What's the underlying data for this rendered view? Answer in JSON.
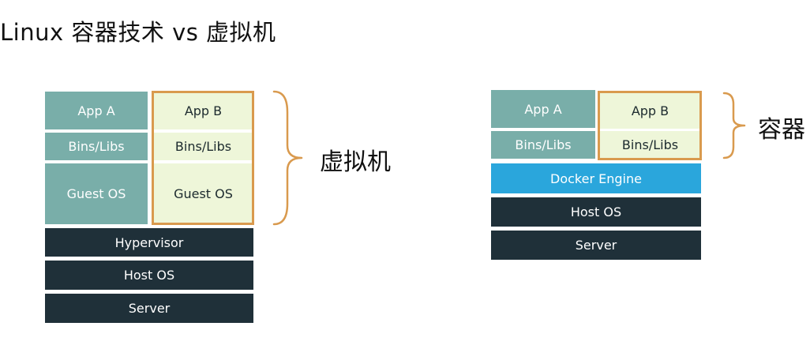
{
  "title": "Linux 容器技术 vs 虚拟机",
  "colors": {
    "app_guest_block": "#79aea9",
    "highlight_block": "#eef6d9",
    "infra_block": "#1f3039",
    "docker_engine": "#2aa6dc",
    "highlight_frame": "#d99a4e"
  },
  "vm": {
    "left_stack": {
      "app": "App A",
      "libs": "Bins/Libs",
      "os": "Guest OS"
    },
    "right_stack": {
      "app": "App B",
      "libs": "Bins/Libs",
      "os": "Guest OS"
    },
    "hypervisor": "Hypervisor",
    "host_os": "Host OS",
    "server": "Server",
    "group_label": "虚拟机"
  },
  "container": {
    "left_stack": {
      "app": "App A",
      "libs": "Bins/Libs"
    },
    "right_stack": {
      "app": "App B",
      "libs": "Bins/Libs"
    },
    "engine": "Docker Engine",
    "host_os": "Host OS",
    "server": "Server",
    "group_label": "容器"
  }
}
